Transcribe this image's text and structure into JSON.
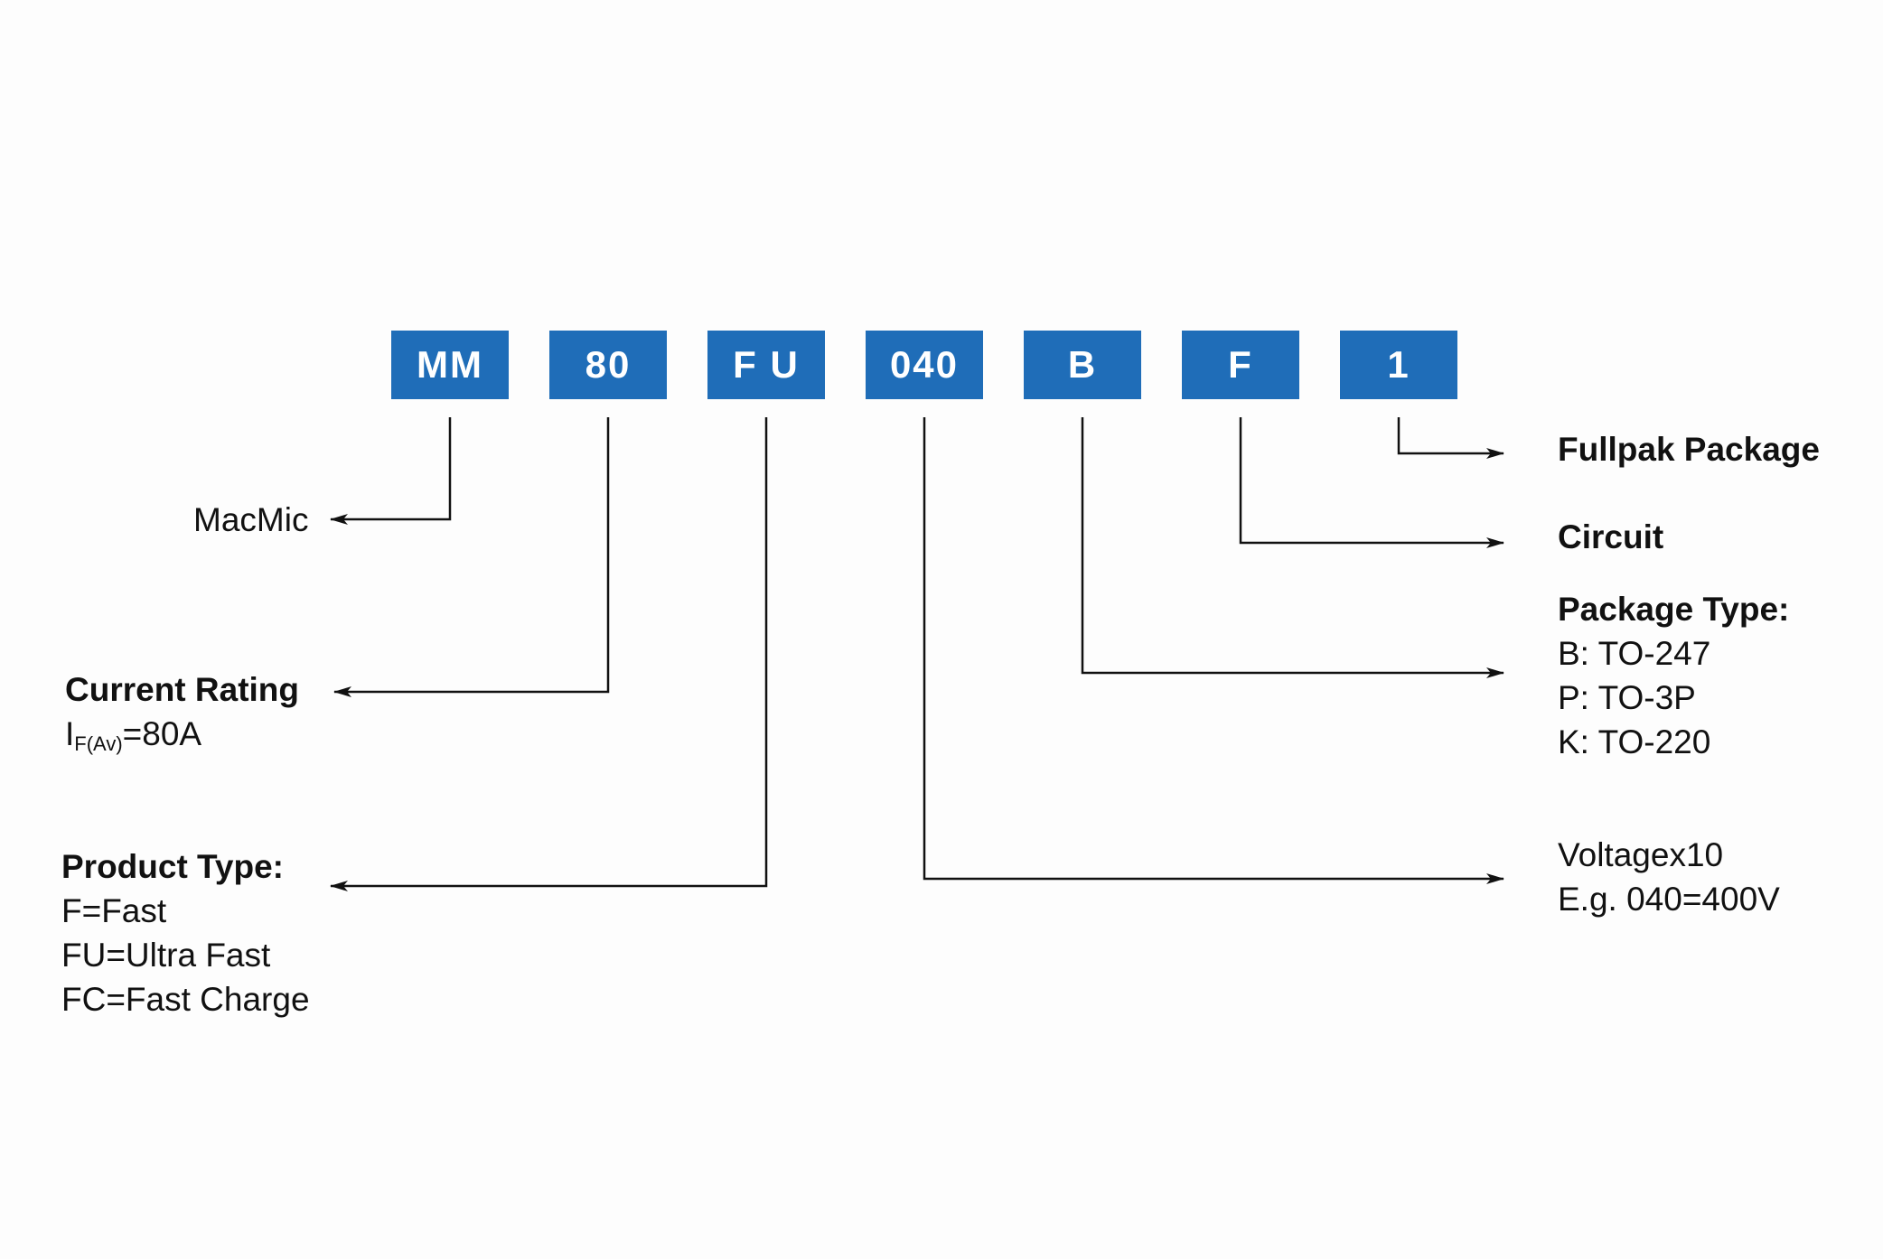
{
  "code_segments": [
    "MM",
    "80",
    "F U",
    "040",
    "B",
    "F",
    "1"
  ],
  "colors": {
    "box_fill": "#1f6db8",
    "box_text": "#ffffff",
    "line": "#111111",
    "background": "#fdfdfd"
  },
  "legend": {
    "manufacturer": {
      "text": "MacMic"
    },
    "current_rating": {
      "heading": "Current Rating",
      "symbol": "I",
      "symbol_sub": "F(Av)",
      "value": "=80A"
    },
    "product_type": {
      "heading": "Product Type:",
      "lines": [
        "F=Fast",
        "FU=Ultra Fast",
        "FC=Fast Charge"
      ]
    },
    "voltage": {
      "lines": [
        "Voltagex10",
        "E.g. 040=400V"
      ]
    },
    "package_type": {
      "heading": "Package Type:",
      "lines": [
        "B: TO-247",
        "P: TO-3P",
        "K: TO-220"
      ]
    },
    "circuit": {
      "heading": "Circuit"
    },
    "fullpak": {
      "heading": "Fullpak Package"
    }
  }
}
